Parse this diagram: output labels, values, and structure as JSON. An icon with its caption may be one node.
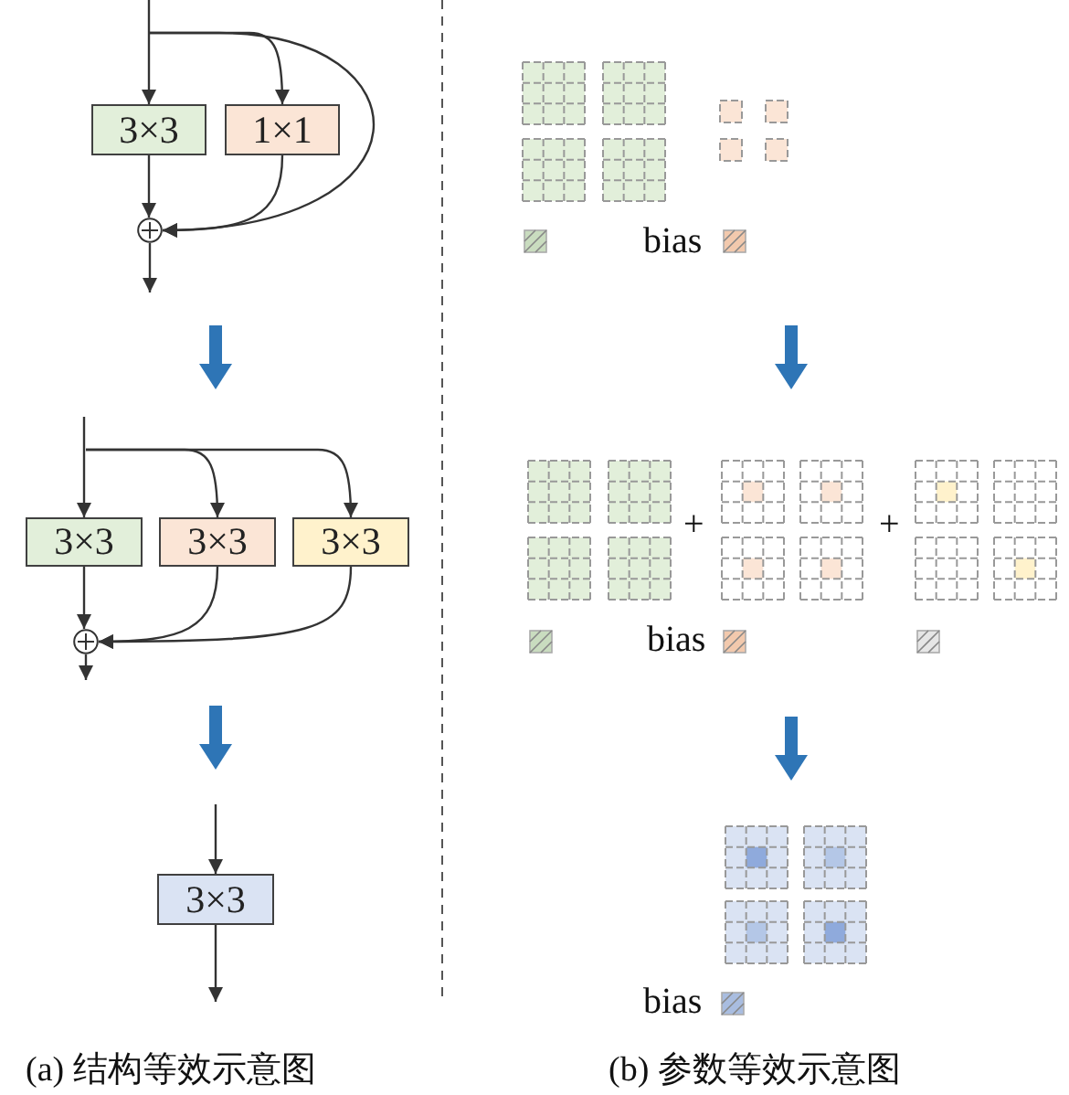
{
  "diagram": {
    "nodes": [
      {
        "text": [
          "3×3"
        ]
      },
      {
        "text": [
          "1×1"
        ]
      },
      {
        "text": [],
        "shape": "circle"
      },
      {
        "text": [
          "3×3"
        ]
      },
      {
        "text": [
          "3×3"
        ]
      },
      {
        "text": [
          "3×3"
        ]
      },
      {
        "text": [],
        "shape": "circle"
      },
      {
        "text": [
          "3×3"
        ]
      }
    ],
    "edges": [
      {
        "from": null,
        "to": 0,
        "arrow": "to"
      },
      {
        "from": null,
        "to": 1,
        "arrow": "to"
      },
      {
        "from": null,
        "to": 2,
        "arrow": "to"
      },
      {
        "from": 0,
        "to": 2,
        "arrow": "to"
      },
      {
        "from": 1,
        "to": 2,
        "arrow": "to"
      },
      {
        "from": 2,
        "to": null,
        "arrow": "to"
      },
      {
        "from": null,
        "to": 3,
        "arrow": "to"
      },
      {
        "from": null,
        "to": 4,
        "arrow": "to"
      },
      {
        "from": null,
        "to": 5,
        "arrow": "to"
      },
      {
        "from": 3,
        "to": 6,
        "arrow": "to"
      },
      {
        "from": 4,
        "to": 6,
        "arrow": "to"
      },
      {
        "from": 5,
        "to": 6,
        "arrow": "to"
      },
      {
        "from": 6,
        "to": null,
        "arrow": "to"
      },
      {
        "from": null,
        "to": 7,
        "arrow": "to"
      },
      {
        "from": 7,
        "to": null,
        "arrow": "to"
      }
    ],
    "labels": [
      "bias",
      "+",
      "+",
      "bias",
      "bias",
      "(a) 结构等效示意图",
      "(b) 参数等效示意图"
    ]
  }
}
